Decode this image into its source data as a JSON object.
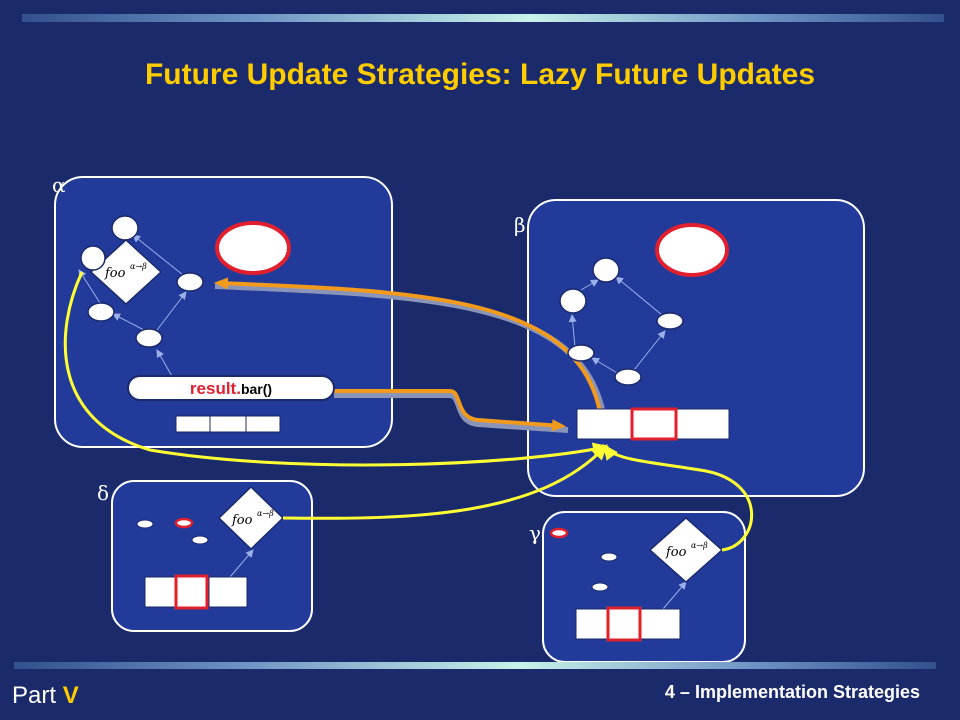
{
  "slide": {
    "title": "Future Update Strategies: Lazy Future Updates",
    "part_label": "Part",
    "part_number": "V",
    "section": "4 – Implementation Strategies"
  },
  "diagram": {
    "labels": {
      "alpha": "α",
      "beta": "β",
      "delta": "δ",
      "gamma": "γ"
    },
    "call_pill": {
      "prefix": "result.",
      "suffix": "bar()"
    },
    "foo_label": "foo",
    "foo_superscript": "α→β"
  },
  "colors": {
    "background": "#1b2a6b",
    "node_panel": "#223b9a",
    "title": "#ffcc00",
    "yellow_arrow": "#ffff33",
    "orange_arrow": "#f29a1c",
    "future_red": "#e0202e"
  }
}
